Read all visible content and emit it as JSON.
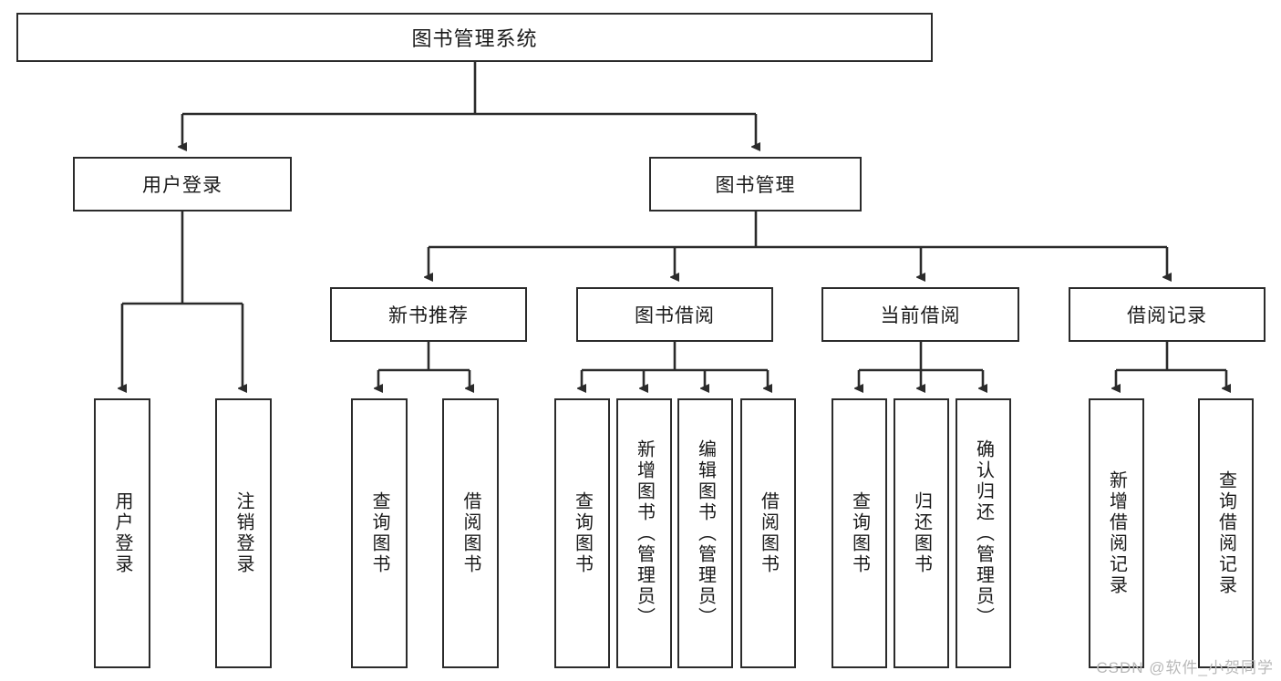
{
  "diagram": {
    "title": "图书管理系统",
    "type": "tree-hierarchy-chart",
    "root": {
      "id": "root",
      "label": "图书管理系统"
    },
    "level1": [
      {
        "id": "user-login",
        "label": "用户登录"
      },
      {
        "id": "book-manage",
        "label": "图书管理"
      }
    ],
    "level2": [
      {
        "id": "new-book-recommend",
        "label": "新书推荐"
      },
      {
        "id": "book-borrow",
        "label": "图书借阅"
      },
      {
        "id": "current-borrow",
        "label": "当前借阅"
      },
      {
        "id": "borrow-record",
        "label": "借阅记录"
      }
    ],
    "leaves": {
      "user_login": [
        {
          "id": "leaf-user-login",
          "label": "用户登录"
        },
        {
          "id": "leaf-logout-login",
          "label": "注销登录"
        }
      ],
      "new_book_recommend": [
        {
          "id": "leaf-query-book-1",
          "label": "查询图书"
        },
        {
          "id": "leaf-borrow-book-1",
          "label": "借阅图书"
        }
      ],
      "book_borrow": [
        {
          "id": "leaf-query-book-2",
          "label": "查询图书"
        },
        {
          "id": "leaf-add-book",
          "label": "新增图书（管理员）"
        },
        {
          "id": "leaf-edit-book",
          "label": "编辑图书（管理员）"
        },
        {
          "id": "leaf-borrow-book-2",
          "label": "借阅图书"
        }
      ],
      "current_borrow": [
        {
          "id": "leaf-query-book-3",
          "label": "查询图书"
        },
        {
          "id": "leaf-return-book",
          "label": "归还图书"
        },
        {
          "id": "leaf-confirm-return",
          "label": "确认归还（管理员）"
        }
      ],
      "borrow_record": [
        {
          "id": "leaf-add-record",
          "label": "新增借阅记录"
        },
        {
          "id": "leaf-query-record",
          "label": "查询借阅记录"
        }
      ]
    }
  },
  "watermark": {
    "text": "CSDN @软件_小贺同学"
  },
  "colors": {
    "stroke": "#2b2b2b",
    "box_fill": "#ffffff",
    "text": "#1a1a1a",
    "watermark": "#b9b9b9",
    "background": "#ffffff"
  }
}
